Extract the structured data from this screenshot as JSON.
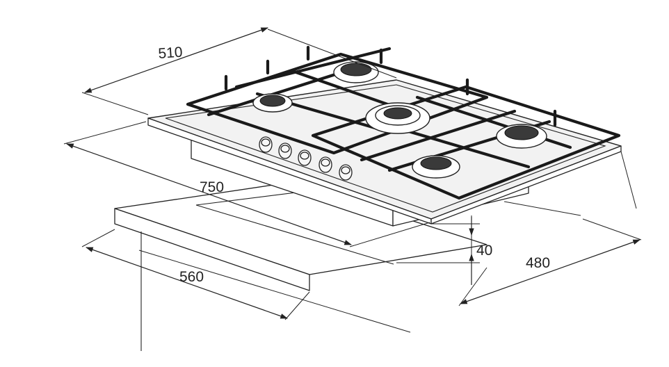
{
  "dimensions": {
    "depth_top": "510",
    "width_top": "750",
    "thickness": "40",
    "cutout_depth": "480",
    "cutout_width": "560"
  }
}
